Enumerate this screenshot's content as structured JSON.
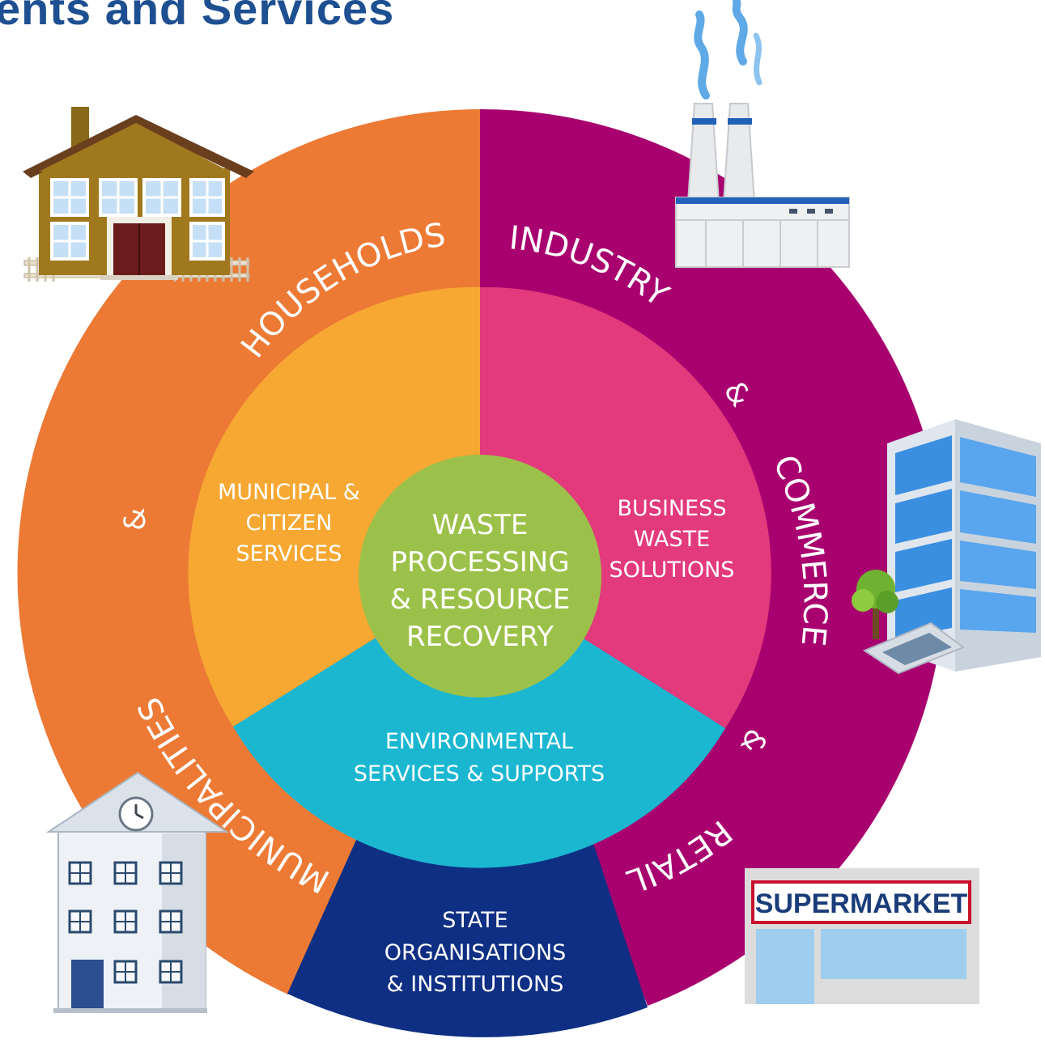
{
  "title": "ents and Services",
  "outer_ring": {
    "households": "HOUSEHOLDS",
    "amp_left": "&",
    "municipalities": "MUNICIPALITIES",
    "industry": "INDUSTRY",
    "amp_industry": "&",
    "commerce": "COMMERCE",
    "amp_retail": "&",
    "retail": "RETAIL"
  },
  "inner_ring": {
    "municipal": [
      "MUNICIPAL &",
      "CITIZEN",
      "SERVICES"
    ],
    "business": [
      "BUSINESS",
      "WASTE",
      "SOLUTIONS"
    ],
    "environmental": [
      "ENVIRONMENTAL",
      "SERVICES & SUPPORTS"
    ],
    "state": [
      "STATE",
      "ORGANISATIONS",
      "& INSTITUTIONS"
    ]
  },
  "center": [
    "WASTE",
    "PROCESSING",
    "& RESOURCE",
    "RECOVERY"
  ],
  "icons": {
    "supermarket_sign": "SUPERMARKET"
  },
  "colors": {
    "orange_outer": "#ec7a35",
    "magenta_outer": "#a8006f",
    "yellow_inner": "#f6a833",
    "pink_inner": "#e23a7c",
    "cyan_inner": "#1bb7d1",
    "navy_inner": "#0e2f83",
    "green_center": "#9cc14a",
    "title_blue": "#1d4f91"
  }
}
